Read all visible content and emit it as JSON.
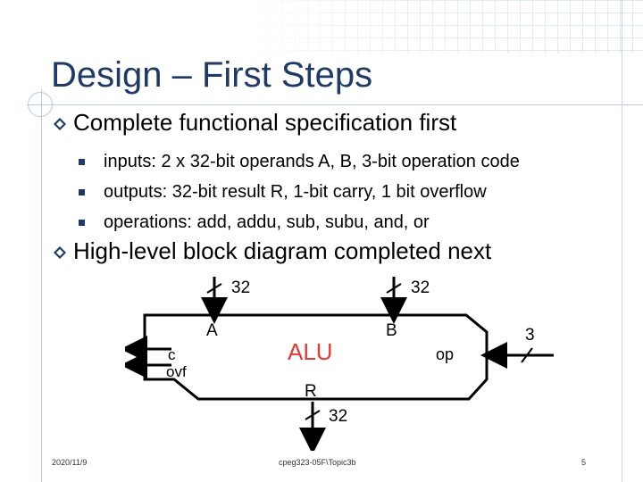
{
  "slide": {
    "title": "Design – First Steps",
    "bullets": [
      {
        "text": "Complete functional specification first",
        "sub": [
          "inputs: 2 x 32-bit operands A, B, 3-bit operation code",
          "outputs: 32-bit result R, 1-bit carry, 1 bit overflow",
          "operations: add, addu, sub, subu, and, or"
        ]
      },
      {
        "text": "High-level block diagram completed next"
      }
    ]
  },
  "diagram": {
    "alu_label": "ALU",
    "port_a": "A",
    "port_b": "B",
    "port_r": "R",
    "port_c": "c",
    "port_ovf": "ovf",
    "port_op": "op",
    "width_a": "32",
    "width_b": "32",
    "width_r": "32",
    "width_op": "3",
    "alu_label_color": "#e53935"
  },
  "footer": {
    "date": "2020/11/9",
    "course": "cpeg323-05F\\Topic3b",
    "page": "5"
  },
  "colors": {
    "title": "#1f3a66",
    "accent": "#1f3a66"
  }
}
